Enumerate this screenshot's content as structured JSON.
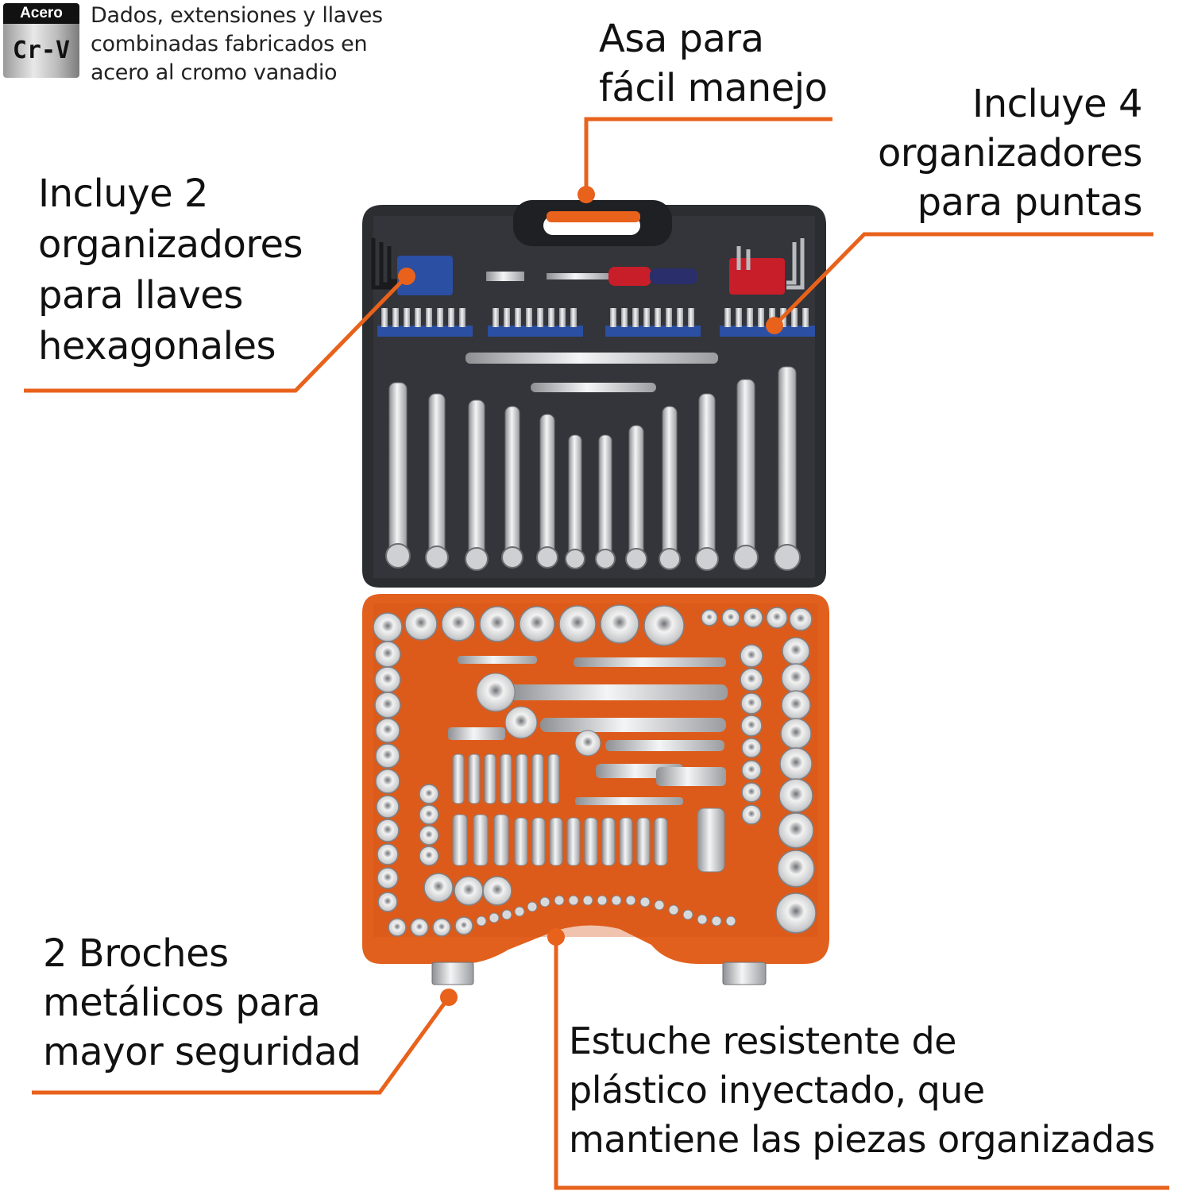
{
  "badge": {
    "top_label": "Acero",
    "material": "Cr-V"
  },
  "badge_note": {
    "lines": [
      "Dados, extensiones y llaves",
      "combinadas fabricados en",
      "acero al cromo vanadio"
    ]
  },
  "callouts": {
    "handle": {
      "lines": [
        "Asa para",
        "fácil manejo"
      ]
    },
    "bit_organizers": {
      "lines": [
        "Incluye 4",
        "organizadores",
        "para puntas"
      ]
    },
    "hex_organizers": {
      "lines": [
        "Incluye 2",
        "organizadores",
        "para llaves",
        "hexagonales"
      ]
    },
    "clasps": {
      "lines": [
        "2 Broches",
        "metálicos para",
        "mayor seguridad"
      ]
    },
    "case": {
      "lines": [
        "Estuche resistente de",
        "plástico inyectado, que",
        "mantiene las piezas organizadas"
      ]
    }
  },
  "colors": {
    "accent_orange": "#e8621c",
    "case_black": "#2b2d31",
    "case_orange": "#e2601d",
    "chrome": "#d9dadc",
    "organizer_blue": "#2a4fa3",
    "organizer_red": "#c81e2a"
  }
}
